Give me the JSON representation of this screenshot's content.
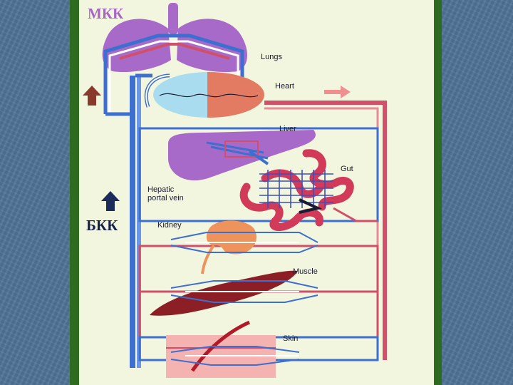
{
  "labels": {
    "mkk": "МКК",
    "bkk": "БКК",
    "lungs": "Lungs",
    "heart": "Heart",
    "liver": "Liver",
    "gut": "Gut",
    "hepatic_portal_line1": "Hepatic",
    "hepatic_portal_line2": "portal vein",
    "kidney": "Kidney",
    "muscle": "Muscle",
    "skin": "Skin"
  },
  "colors": {
    "slide_background": "#4f7397",
    "frame": "#2f6b1f",
    "panel": "#f3f6de",
    "lungs": "#a86ac8",
    "heart_right": "#a9dcef",
    "heart_left": "#e27b62",
    "vein": "#3d6fd0",
    "artery": "#d24f6a",
    "kidney": "#ee935c",
    "muscle": "#8c1f26",
    "skin": "#f4b3b0"
  }
}
